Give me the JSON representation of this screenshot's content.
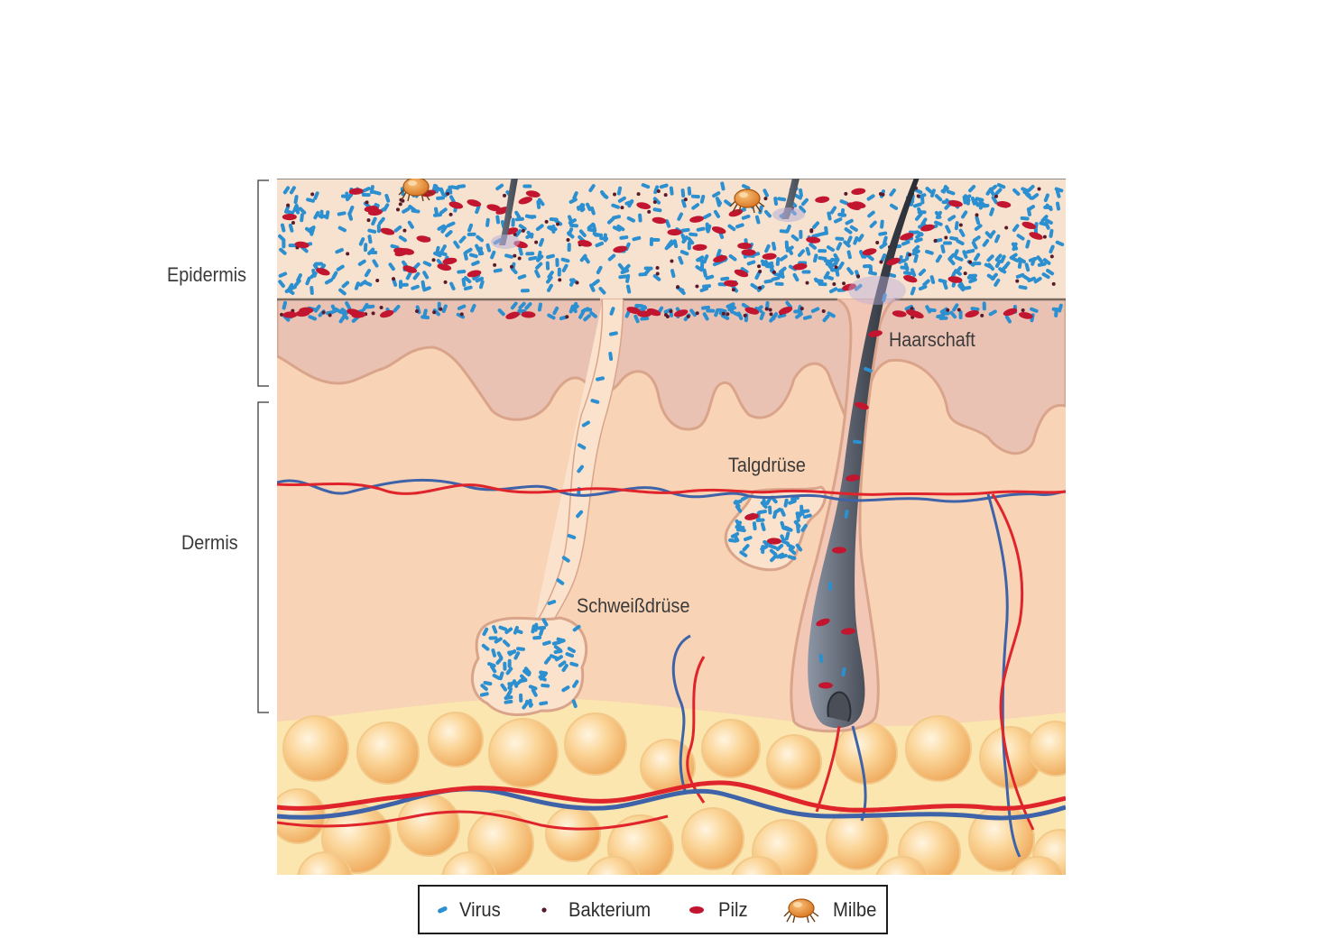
{
  "layers": {
    "epidermis": "Epidermis",
    "dermis": "Dermis"
  },
  "structures": {
    "hair_shaft": "Haarschaft",
    "sebaceous_gland": "Talgdrüse",
    "sweat_gland": "Schweißdrüse"
  },
  "legend": {
    "virus": {
      "label": "Virus",
      "color": "#2b8fd0",
      "icon": "virus-dash-icon"
    },
    "bacterium": {
      "label": "Bakterium",
      "color": "#5a1a2a",
      "icon": "bacterium-dot-icon"
    },
    "fungus": {
      "label": "Pilz",
      "color": "#c2152f",
      "icon": "fungus-oval-icon"
    },
    "mite": {
      "label": "Milbe",
      "color": "#e8892c",
      "icon": "mite-icon"
    }
  },
  "colors": {
    "skin_surface": "#f7e2cf",
    "epidermis_lower": "#e9c2b4",
    "dermis": "#f8d3b5",
    "fat": "#f9d08c",
    "artery": "#e0242c",
    "vein": "#3f63a8",
    "hair": "#2a2d34"
  }
}
